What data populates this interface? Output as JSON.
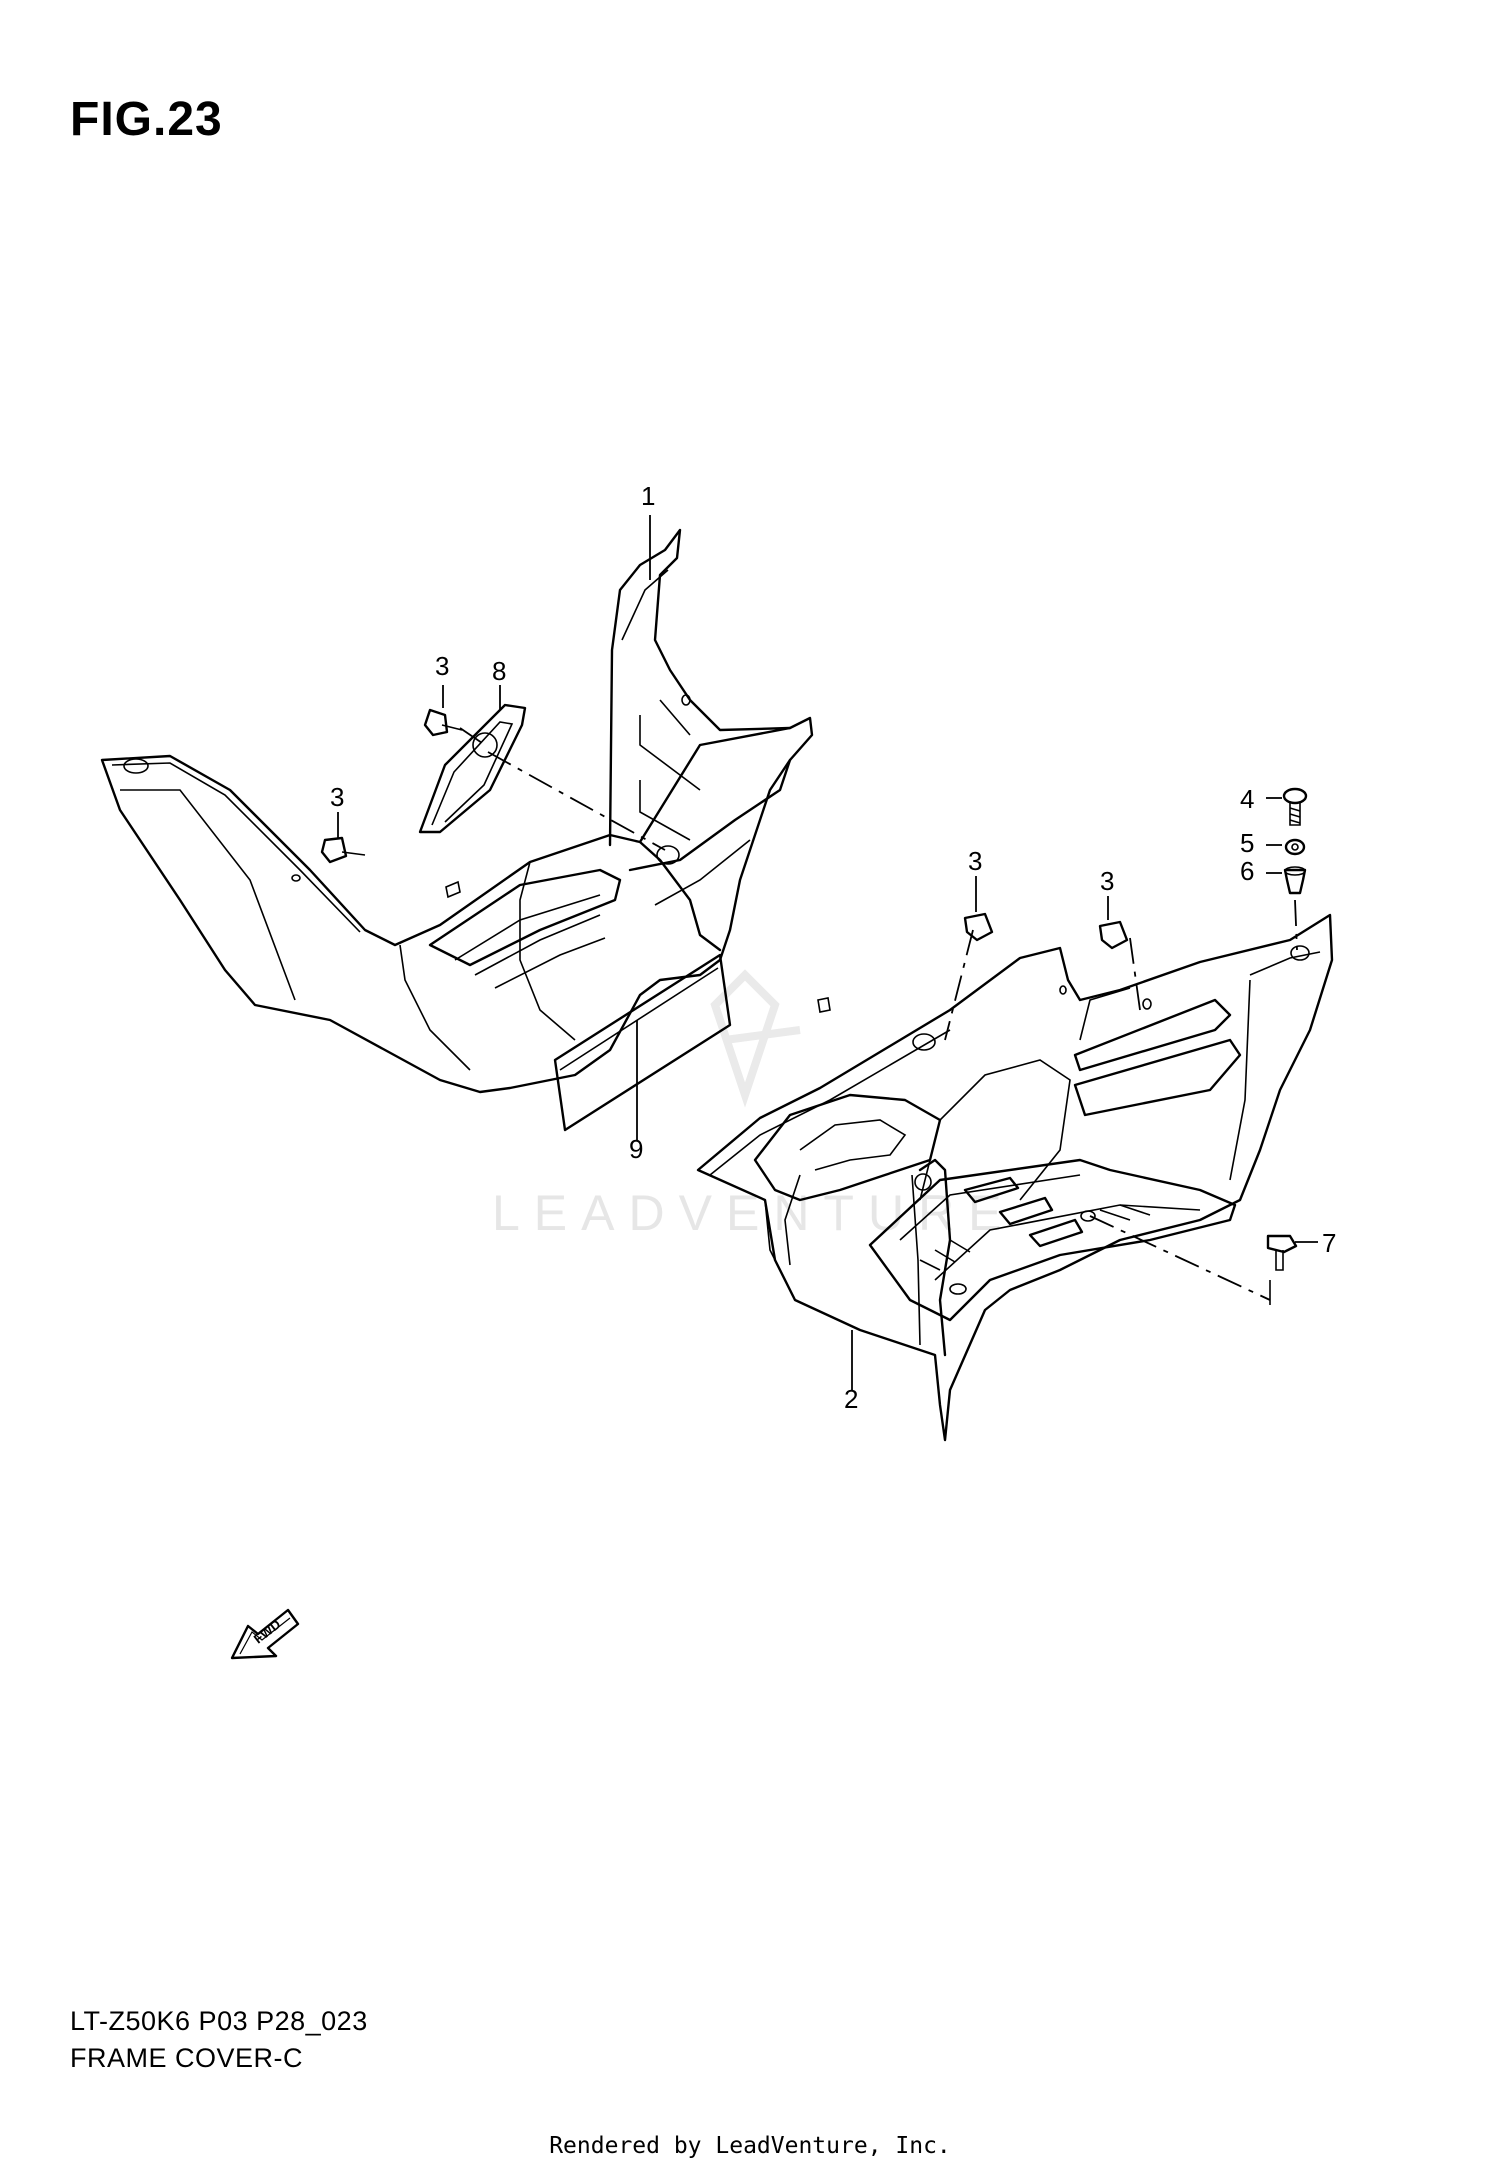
{
  "figure": {
    "title": "FIG.23",
    "model_code": "LT-Z50K6 P03 P28_023",
    "name": "FRAME COVER-C"
  },
  "watermark": {
    "text": "LEADVENTURE"
  },
  "direction_badge": {
    "label": "FWD"
  },
  "credit": "Rendered by LeadVenture, Inc.",
  "callouts": {
    "c1": "1",
    "c2": "2",
    "c3a": "3",
    "c3b": "3",
    "c3c": "3",
    "c3d": "3",
    "c4": "4",
    "c5": "5",
    "c6": "6",
    "c7": "7",
    "c8": "8",
    "c9": "9"
  }
}
